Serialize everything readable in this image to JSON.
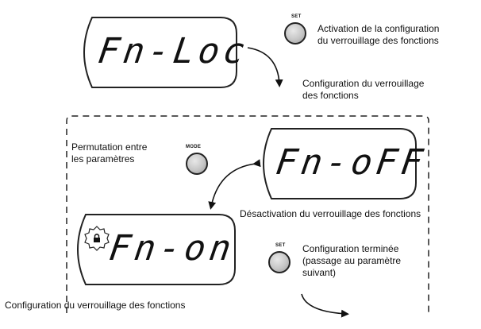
{
  "lcd_screens": {
    "fn_loc": "Fn-Loc",
    "fn_off": "Fn-oFF",
    "fn_on": "Fn-on"
  },
  "buttons": {
    "set_top": "SET",
    "mode": "MODE",
    "set_bottom": "SET"
  },
  "captions": {
    "set_activation_line1": "Activation de la configuration",
    "set_activation_line2": "du verrouillage des fonctions",
    "config_lock_line1": "Configuration du verrouillage",
    "config_lock_line2": "des fonctions",
    "mode_switch_line1": "Permutation entre",
    "mode_switch_line2": "les paramètres",
    "deactivation": "Désactivation du verrouillage des fonctions",
    "config_done_line1": "Configuration terminée",
    "config_done_line2": "(passage au paramètre",
    "config_done_line3": "suivant)",
    "config_lock_bottom": "Configuration du verrouillage des fonctions"
  },
  "icons": {
    "lock": "lock-icon"
  },
  "colors": {
    "outline": "#222222",
    "button_fill": "#c6c6c6"
  }
}
